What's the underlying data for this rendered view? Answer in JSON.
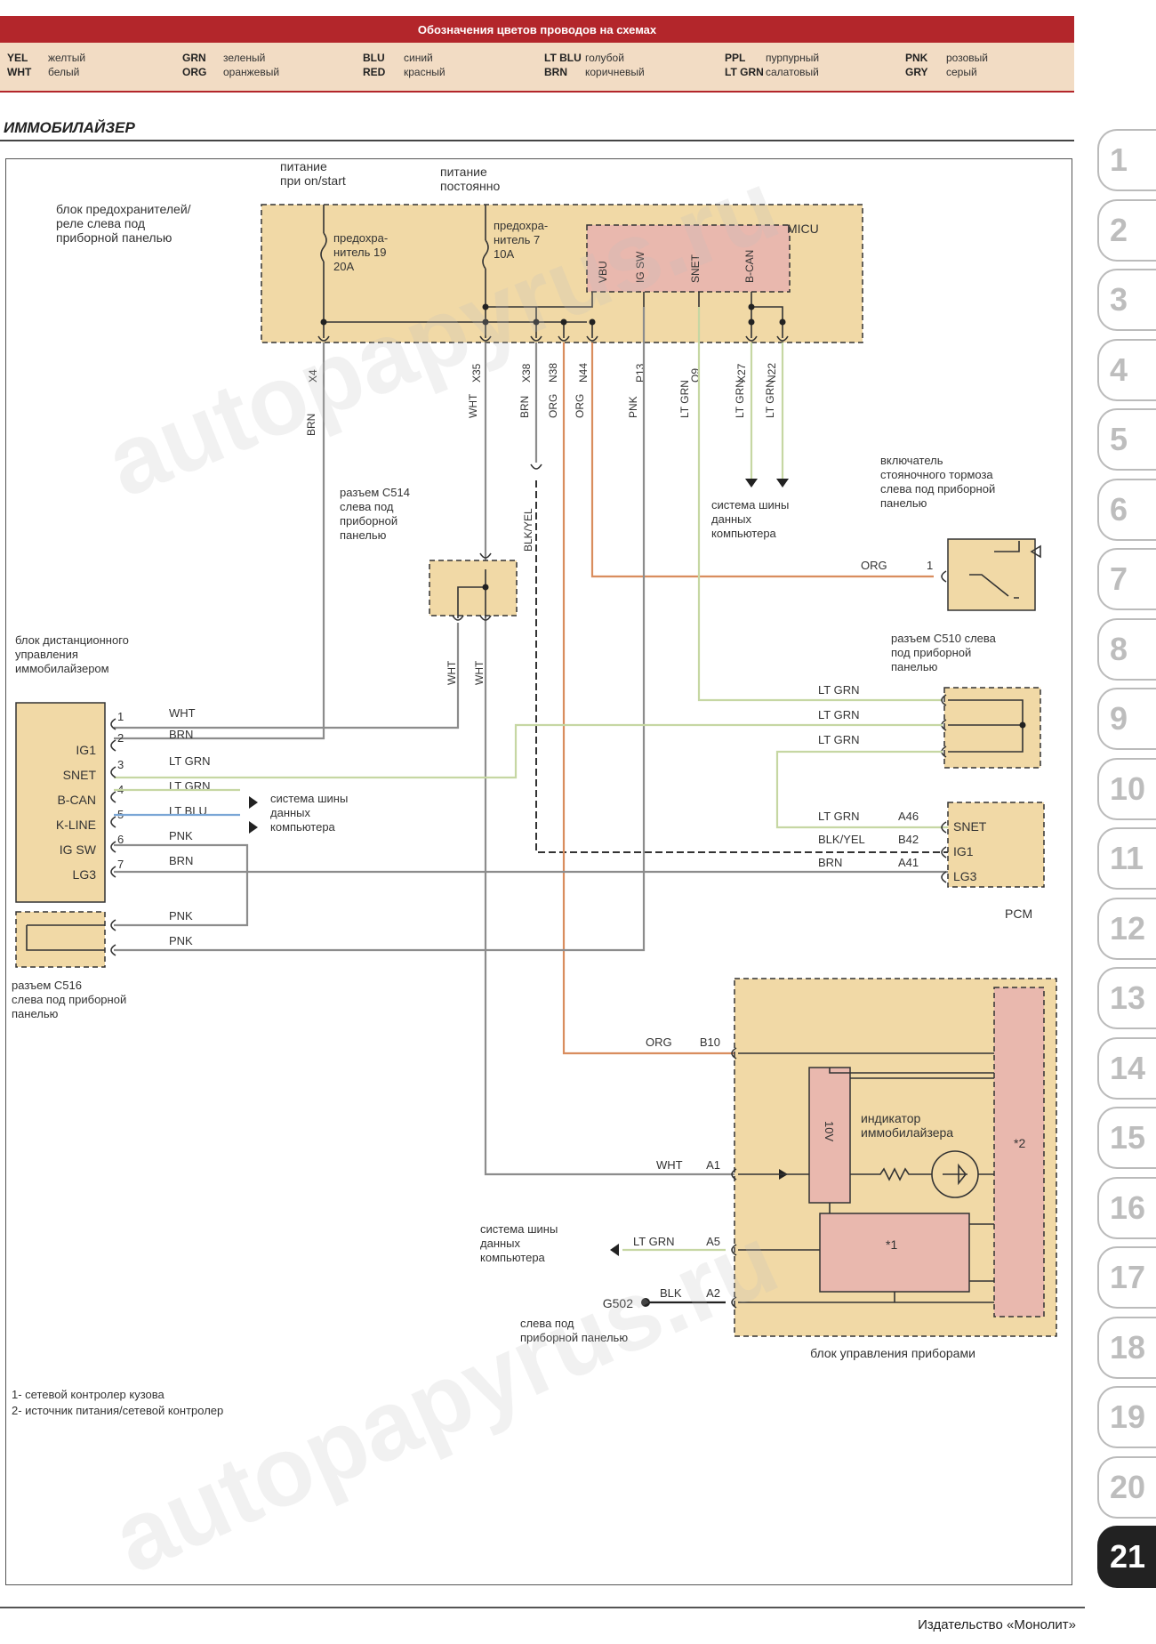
{
  "legend": {
    "title": "Обозначения цветов проводов на схемах",
    "entries": [
      {
        "code": "YEL",
        "name": "желтый"
      },
      {
        "code": "WHT",
        "name": "белый"
      },
      {
        "code": "GRN",
        "name": "зеленый"
      },
      {
        "code": "ORG",
        "name": "оранжевый"
      },
      {
        "code": "BLU",
        "name": "синий"
      },
      {
        "code": "RED",
        "name": "красный"
      },
      {
        "code": "LT BLU",
        "name": "голубой"
      },
      {
        "code": "BRN",
        "name": "коричневый"
      },
      {
        "code": "PPL",
        "name": "пурпурный"
      },
      {
        "code": "LT GRN",
        "name": "салатовый"
      },
      {
        "code": "PNK",
        "name": "розовый"
      },
      {
        "code": "GRY",
        "name": "серый"
      }
    ]
  },
  "section_title": "ИММОБИЛАЙЗЕР",
  "diagram": {
    "labels": {
      "power_on_start": [
        "питание",
        "при on/start"
      ],
      "power_constant": [
        "питание",
        "постоянно"
      ],
      "fuse_block": [
        "блок предохранителей/",
        "реле слева под",
        "приборной панелью"
      ],
      "fuse19": [
        "предохра-",
        "нитель 19",
        "20А"
      ],
      "fuse7": [
        "предохра-",
        "нитель 7",
        "10А"
      ],
      "micu": "MICU",
      "micu_pins": [
        "VBU",
        "IG SW",
        "SNET",
        "B-CAN"
      ],
      "pins_top": [
        "X4",
        "X35",
        "X38",
        "N38",
        "N44",
        "P13",
        "O9",
        "X27",
        "N22"
      ],
      "wires_top": [
        "BRN",
        "WHT",
        "BRN",
        "ORG",
        "ORG",
        "PNK",
        "LT GRN",
        "LT GRN",
        "LT GRN",
        "BLK/YEL"
      ],
      "data_bus": [
        "система шины",
        "данных",
        "компьютера"
      ],
      "connector_c514": [
        "разъем С514",
        "слева под",
        "приборной",
        "панелью"
      ],
      "brake_switch": [
        "включатель",
        "стояночного тормоза",
        "слева под приборной",
        "панелью"
      ],
      "connector_c510": [
        "разъем С510 слева",
        "под приборной",
        "панелью"
      ],
      "remote_block": [
        "блок дистанционного",
        "управления",
        "иммобилайзером"
      ],
      "remote_pins": [
        "IG1",
        "SNET",
        "B-CAN",
        "K-LINE",
        "IG SW",
        "LG3"
      ],
      "remote_wires": [
        "WHT",
        "BRN",
        "LT GRN",
        "LT GRN",
        "LT BLU",
        "PNK",
        "BRN"
      ],
      "pcm": "PCM",
      "pcm_pins": [
        "SNET",
        "IG1",
        "LG3"
      ],
      "pcm_wires": [
        "LT GRN",
        "BLK/YEL",
        "BRN"
      ],
      "pcm_pin_ids": [
        "A46",
        "B42",
        "A41"
      ],
      "c510_wires": [
        "LT GRN",
        "LT GRN",
        "LT GRN"
      ],
      "connector_c516": [
        "разъем С516",
        "слева под приборной",
        "панелью"
      ],
      "pnk": "PNK",
      "cluster_wires": [
        [
          "ORG",
          "B10"
        ],
        [
          "WHT",
          "A1"
        ],
        [
          "LT GRN",
          "A5"
        ],
        [
          "BLK",
          "A2"
        ]
      ],
      "indicator": [
        "индикатор",
        "иммобилайзера"
      ],
      "ten_v": "10V",
      "note1_mark": "*1",
      "note2_mark": "*2",
      "g502": "G502",
      "ground_loc": [
        "слева под",
        "приборной панелью"
      ],
      "cluster_block": "блок управления приборами",
      "org": "ORG",
      "wht": "WHT",
      "one": "1"
    }
  },
  "footnotes": [
    "1- сетевой контролер кузова",
    "2- источник питания/сетевой контролер"
  ],
  "tabs": [
    "1",
    "2",
    "3",
    "4",
    "5",
    "6",
    "7",
    "8",
    "9",
    "10",
    "11",
    "12",
    "13",
    "14",
    "15",
    "16",
    "17",
    "18",
    "19",
    "20",
    "21"
  ],
  "active_tab": "21",
  "publisher": "Издательство «Монолит»",
  "watermark": "autopapyrus.ru",
  "colors": {
    "legend_red": "#b3262b",
    "component_fill": "#f1d9a6",
    "wire_gray": "#8c8c8c",
    "wire_orange": "#d98d5e",
    "wire_green": "#c6d7a3",
    "wire_blue": "#7aa6d6",
    "module_pink": "#e9b8ae"
  }
}
